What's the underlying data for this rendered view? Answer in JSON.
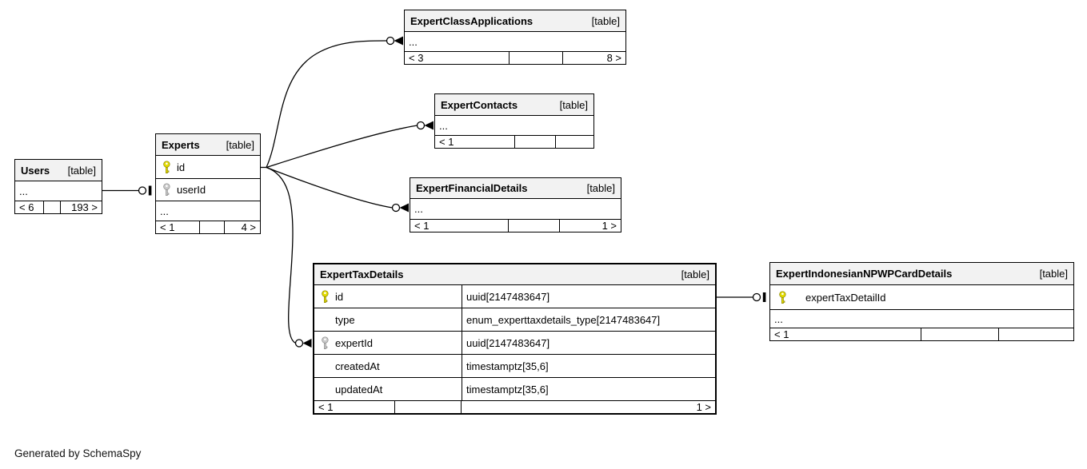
{
  "note": "Generated by SchemaSpy",
  "colors": {
    "primary_key": "#e4dc00",
    "foreign_key": "#c9c9c9",
    "header_bg": "#f2f2f2",
    "border": "#000000"
  },
  "tables": {
    "users": {
      "name": "Users",
      "tag": "[table]",
      "rows": [
        {
          "label": "..."
        }
      ],
      "footer": {
        "left": "< 6",
        "mid": "",
        "right": "193 >"
      }
    },
    "experts": {
      "name": "Experts",
      "tag": "[table]",
      "rows": [
        {
          "label": "id",
          "key": "primary"
        },
        {
          "label": "userId",
          "key": "foreign"
        },
        {
          "label": "..."
        }
      ],
      "footer": {
        "left": "< 1",
        "mid": "",
        "right": "4 >"
      }
    },
    "expert_class_applications": {
      "name": "ExpertClassApplications",
      "tag": "[table]",
      "rows": [
        {
          "label": "..."
        }
      ],
      "footer": {
        "left": "< 3",
        "mid": "",
        "right": "8 >"
      }
    },
    "expert_contacts": {
      "name": "ExpertContacts",
      "tag": "[table]",
      "rows": [
        {
          "label": "..."
        }
      ],
      "footer": {
        "left": "< 1",
        "mid": "",
        "right": ""
      }
    },
    "expert_financial_details": {
      "name": "ExpertFinancialDetails",
      "tag": "[table]",
      "rows": [
        {
          "label": "..."
        }
      ],
      "footer": {
        "left": "< 1",
        "mid": "",
        "right": "1 >"
      }
    },
    "expert_tax_details": {
      "name": "ExpertTaxDetails",
      "tag": "[table]",
      "rows": [
        {
          "label": "id",
          "type": "uuid[2147483647]",
          "key": "primary"
        },
        {
          "label": "type",
          "type": "enum_experttaxdetails_type[2147483647]"
        },
        {
          "label": "expertId",
          "type": "uuid[2147483647]",
          "key": "foreign"
        },
        {
          "label": "createdAt",
          "type": "timestamptz[35,6]"
        },
        {
          "label": "updatedAt",
          "type": "timestamptz[35,6]"
        }
      ],
      "footer": {
        "left": "< 1",
        "mid": "",
        "right": "1 >"
      }
    },
    "expert_indonesian_npwp_card_details": {
      "name": "ExpertIndonesianNPWPCardDetails",
      "tag": "[table]",
      "rows": [
        {
          "label": "expertTaxDetailId",
          "key": "primary"
        },
        {
          "label": "..."
        }
      ],
      "footer": {
        "left": "< 1",
        "mid": "",
        "right": ""
      }
    }
  },
  "relationships": [
    {
      "from": "Users",
      "to": "Experts.userId",
      "end_marker": "circle-tee (zero or one)"
    },
    {
      "from": "Experts.id",
      "to": "ExpertClassApplications",
      "end_marker": "circle-crow (zero or many)"
    },
    {
      "from": "Experts.id",
      "to": "ExpertContacts",
      "end_marker": "circle-crow (zero or many)"
    },
    {
      "from": "Experts.id",
      "to": "ExpertFinancialDetails",
      "end_marker": "circle-crow (zero or many)"
    },
    {
      "from": "Experts.id",
      "to": "ExpertTaxDetails.expertId",
      "end_marker": "circle-crow (zero or many)"
    },
    {
      "from": "ExpertTaxDetails.id",
      "to": "ExpertIndonesianNPWPCardDetails.expertTaxDetailId",
      "end_marker": "circle-tee (zero or one)"
    }
  ]
}
